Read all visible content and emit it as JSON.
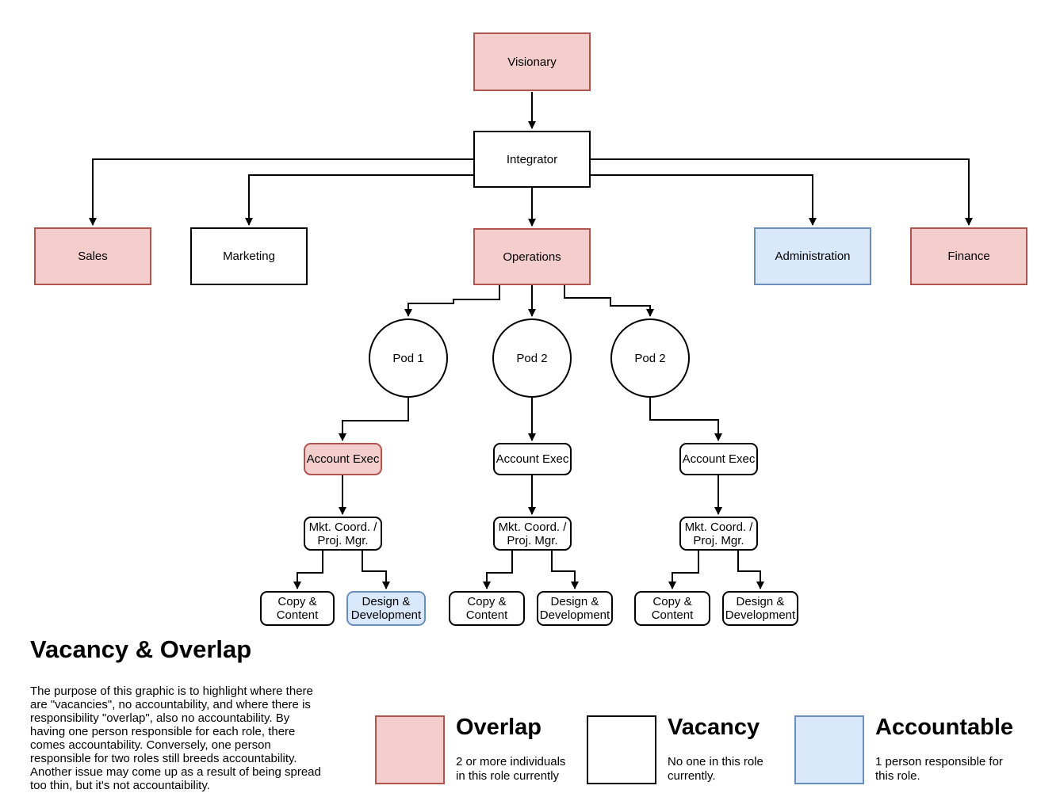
{
  "colors": {
    "overlap_fill": "#f4cecc",
    "overlap_stroke": "#b05450",
    "vacancy_fill": "#ffffff",
    "vacancy_stroke": "#000000",
    "accountable_fill": "#dae8fc",
    "accountable_stroke": "#6c8ebf",
    "connector": "#000000"
  },
  "nodes": {
    "visionary": "Visionary",
    "integrator": "Integrator",
    "sales": "Sales",
    "marketing": "Marketing",
    "operations": "Operations",
    "administration": "Administration",
    "finance": "Finance",
    "pod1": "Pod 1",
    "pod2": "Pod 2",
    "pod3": "Pod 2",
    "account_exec_1": "Account Exec",
    "account_exec_2": "Account Exec",
    "account_exec_3": "Account Exec",
    "mkt_coord_1": "Mkt. Coord. /\nProj. Mgr.",
    "mkt_coord_2": "Mkt. Coord. /\nProj. Mgr.",
    "mkt_coord_3": "Mkt. Coord. /\nProj. Mgr.",
    "copy_content_1": "Copy &\nContent",
    "copy_content_2": "Copy &\nContent",
    "copy_content_3": "Copy &\nContent",
    "design_dev_1": "Design &\nDevelopment",
    "design_dev_2": "Design &\nDevelopment",
    "design_dev_3": "Design &\nDevelopment"
  },
  "section": {
    "title": "Vacancy & Overlap",
    "body": "The purpose of this graphic is to highlight where there\nare \"vacancies\", no accountability, and where there is\nresponsibility \"overlap\", also no accountability. By\nhaving one person responsible for each role, there\ncomes accountability. Conversely, one person\nresponsible for two roles still breeds accountability.\nAnother issue may come up as a result of being spread\ntoo thin, but it's not accountaibility."
  },
  "legend": [
    {
      "title": "Overlap",
      "desc": "2 or more individuals\nin this role currently"
    },
    {
      "title": "Vacancy",
      "desc": "No one in this role\ncurrently."
    },
    {
      "title": "Accountable",
      "desc": "1 person responsible for\nthis role."
    }
  ]
}
